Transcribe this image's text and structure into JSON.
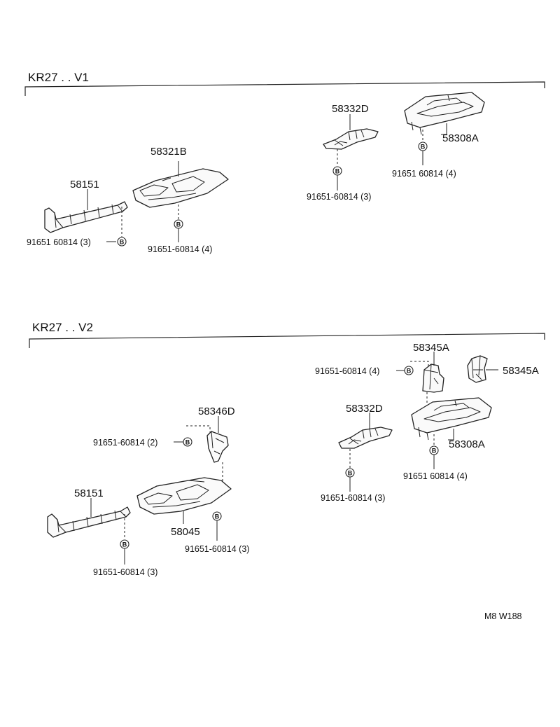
{
  "sections": [
    {
      "title": "KR27 . . V1",
      "parts": [
        {
          "id": "58151"
        },
        {
          "id": "58321B"
        },
        {
          "id": "58332D"
        },
        {
          "id": "58308A"
        }
      ],
      "fasteners": [
        {
          "label": "91651 60814 (3)",
          "mark": "B"
        },
        {
          "label": "91651-60814 (4)",
          "mark": "B"
        },
        {
          "label": "91651-60814 (3)",
          "mark": "B"
        },
        {
          "label": "91651 60814 (4)",
          "mark": "B"
        }
      ]
    },
    {
      "title": "KR27 . . V2",
      "parts": [
        {
          "id": "58345A"
        },
        {
          "id": "58345A"
        },
        {
          "id": "58346D"
        },
        {
          "id": "58332D"
        },
        {
          "id": "58308A"
        },
        {
          "id": "58151"
        },
        {
          "id": "58045"
        }
      ],
      "fasteners": [
        {
          "label": "91651-60814 (4)",
          "mark": "B"
        },
        {
          "label": "91651-60814 (2)",
          "mark": "B"
        },
        {
          "label": "91651 60814 (4)",
          "mark": "B"
        },
        {
          "label": "91651-60814 (3)",
          "mark": "B"
        },
        {
          "label": "91651-60814 (3)",
          "mark": "B"
        },
        {
          "label": "91651-60814 (3)",
          "mark": "B"
        }
      ]
    }
  ],
  "drawing_ref": "M8  W188"
}
